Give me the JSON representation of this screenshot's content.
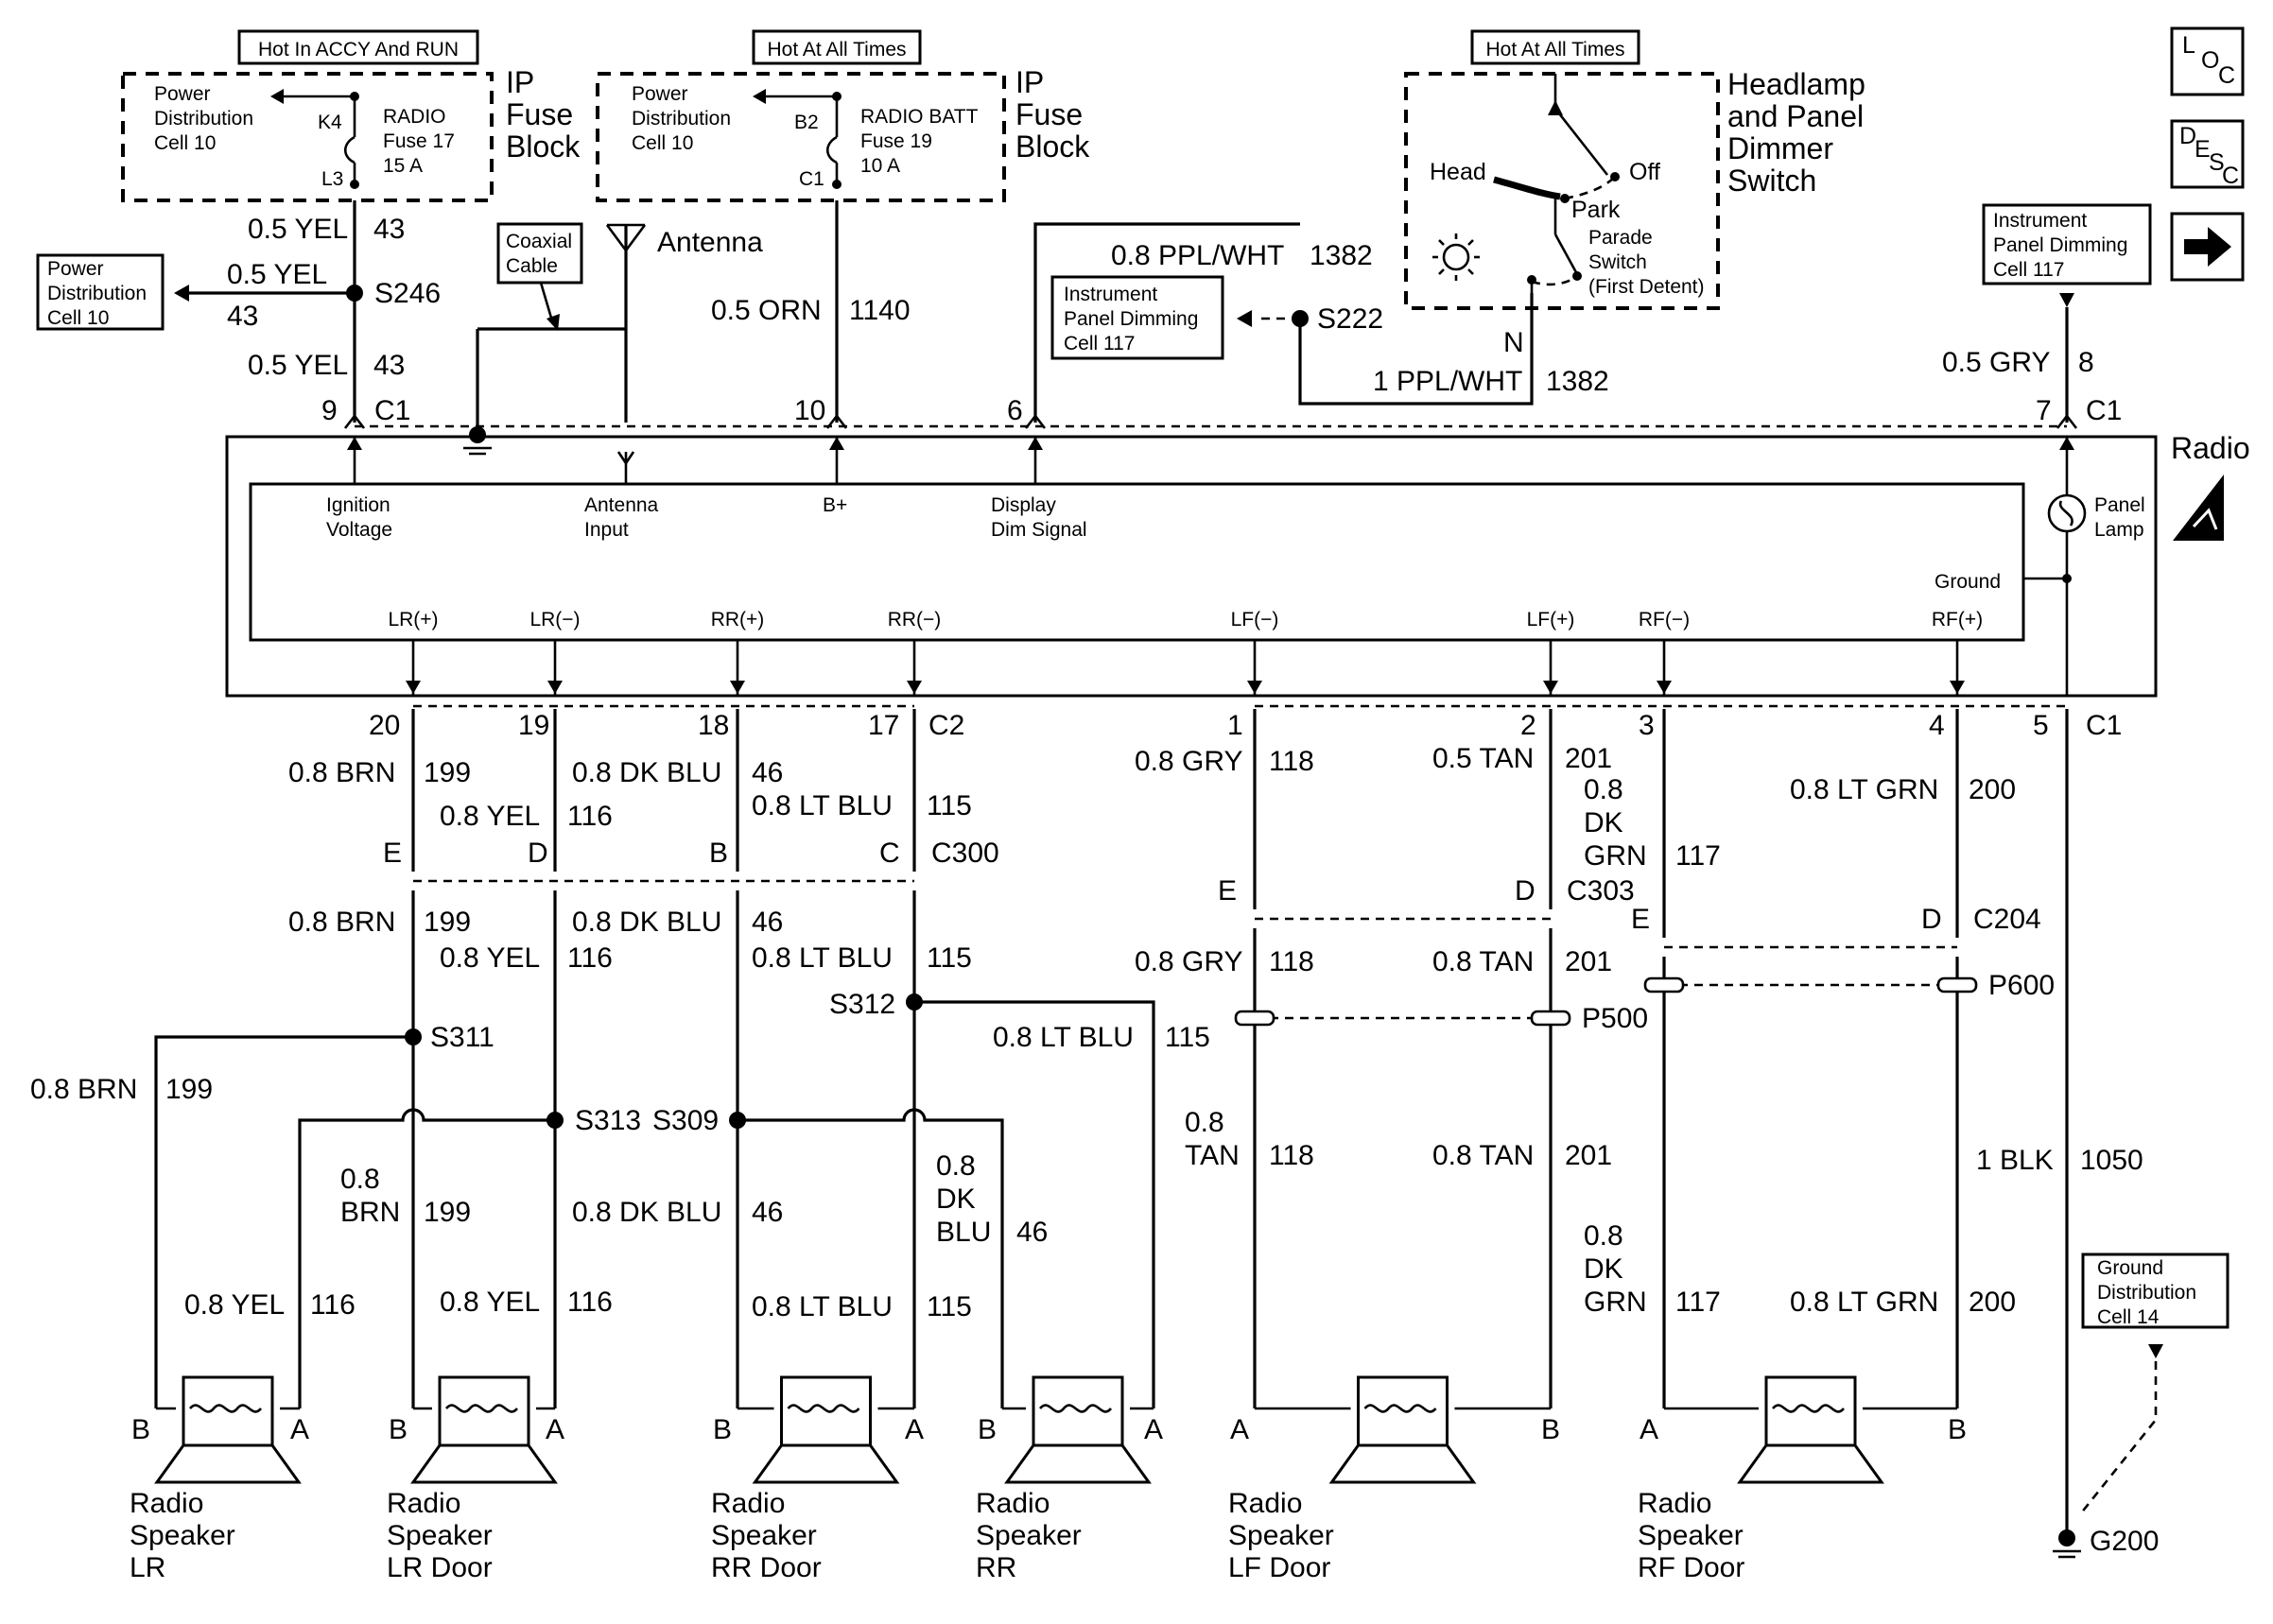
{
  "hot_labels": {
    "accy_run": "Hot In ACCY And RUN",
    "at_all_times_1": "Hot At All Times",
    "at_all_times_2": "Hot At All Times"
  },
  "fuse_block_1": {
    "pdc": [
      "Power",
      "Distribution",
      "Cell 10"
    ],
    "terminal_top": "K4",
    "terminal_bottom": "L3",
    "fuse": [
      "RADIO",
      "Fuse 17",
      "15 A"
    ],
    "title": [
      "IP",
      "Fuse",
      "Block"
    ]
  },
  "fuse_block_2": {
    "pdc": [
      "Power",
      "Distribution",
      "Cell 10"
    ],
    "terminal_top": "B2",
    "terminal_bottom": "C1",
    "fuse": [
      "RADIO BATT",
      "Fuse 19",
      "10 A"
    ],
    "title": [
      "IP",
      "Fuse",
      "Block"
    ]
  },
  "dimmer_switch": {
    "title": [
      "Headlamp",
      "and Panel",
      "Dimmer",
      "Switch"
    ],
    "head": "Head",
    "off": "Off",
    "park": "Park",
    "parade": [
      "Parade",
      "Switch",
      "(First Detent)"
    ],
    "terminal": "N"
  },
  "nav_icons": {
    "loc": [
      "L",
      "O",
      "C"
    ],
    "desc": [
      "D",
      "E",
      "S",
      "C"
    ],
    "next": "arrow-right"
  },
  "refs": {
    "pdc_left": [
      "Power",
      "Distribution",
      "Cell 10"
    ],
    "coax": [
      "Coaxial",
      "Cable"
    ],
    "antenna": "Antenna",
    "ipd_mid": [
      "Instrument",
      "Panel Dimming",
      "Cell 117"
    ],
    "ipd_right": [
      "Instrument",
      "Panel Dimming",
      "Cell 117"
    ],
    "ground_dist": [
      "Ground",
      "Distribution",
      "Cell 14"
    ]
  },
  "upper_wires": {
    "w43_a": "0.5 YEL",
    "w43_a_num": "43",
    "w43_b": "0.5 YEL",
    "w43_b_num": "43",
    "w43_c": "0.5 YEL",
    "w43_c_num": "43",
    "s246": "S246",
    "w1140": "0.5 ORN",
    "w1140_num": "1140",
    "w1382_a": "0.8 PPL/WHT",
    "w1382_a_num": "1382",
    "w1382_b": "1 PPL/WHT",
    "w1382_b_num": "1382",
    "s222": "S222",
    "w8": "0.5 GRY",
    "w8_num": "8"
  },
  "c1_top": {
    "pins": [
      "9",
      "10",
      "6",
      "7"
    ],
    "name_l": "C1",
    "name_r": "C1"
  },
  "radio": {
    "title": "Radio",
    "ignition": [
      "Ignition",
      "Voltage"
    ],
    "antenna_input": [
      "Antenna",
      "Input"
    ],
    "bplus": "B+",
    "display_dim": [
      "Display",
      "Dim Signal"
    ],
    "panel_lamp": [
      "Panel",
      "Lamp"
    ],
    "ground": "Ground",
    "outputs": [
      "LR(+)",
      "LR(−)",
      "RR(+)",
      "RR(−)",
      "LF(−)",
      "LF(+)",
      "RF(−)",
      "RF(+)"
    ]
  },
  "c2": {
    "pins": [
      "20",
      "19",
      "18",
      "17"
    ],
    "name": "C2"
  },
  "c1_bottom": {
    "pins": [
      "1",
      "2",
      "3",
      "4",
      "5"
    ],
    "name": "C1"
  },
  "rear_wires": {
    "brn": "0.8 BRN",
    "brn_num": "199",
    "yel": "0.8 YEL",
    "yel_num": "116",
    "dkblu": "0.8 DK BLU",
    "dkblu_num": "46",
    "ltblu": "0.8 LT BLU",
    "ltblu_num": "115",
    "brn2": "0.8 BRN",
    "brn2_num": "199",
    "yel2": "0.8 YEL",
    "yel2_num": "116",
    "dkblu2": "0.8 DK BLU",
    "dkblu2_num": "46",
    "ltblu2": "0.8 LT BLU",
    "ltblu2_num": "115",
    "c300_pins": [
      "E",
      "D",
      "B",
      "C"
    ],
    "c300": "C300",
    "s311": "S311",
    "s313": "S313",
    "s309": "S309",
    "s312": "S312",
    "ltblu_rr": "0.8 LT BLU",
    "ltblu_rr_num": "115",
    "brn_lr": "0.8 BRN",
    "brn_lr_num": "199",
    "brn_door": [
      "0.8",
      "BRN"
    ],
    "brn_door_num": "199",
    "dkblu_door": "0.8 DK BLU",
    "dkblu_door_num": "46",
    "dkblu_rr": [
      "0.8",
      "DK",
      "BLU"
    ],
    "dkblu_rr_num": "46",
    "yel_lr": "0.8 YEL",
    "yel_lr_num": "116",
    "yel_door": "0.8 YEL",
    "yel_door_num": "116",
    "ltblu_door": "0.8 LT BLU",
    "ltblu_door_num": "115"
  },
  "front_wires": {
    "gry": "0.8 GRY",
    "gry_num": "118",
    "tan": "0.5 TAN",
    "tan_num": "201",
    "dkgrn": [
      "0.8",
      "DK",
      "GRN"
    ],
    "dkgrn_num": "117",
    "ltgrn": "0.8 LT GRN",
    "ltgrn_num": "200",
    "c303_pins": [
      "E",
      "D"
    ],
    "c303": "C303",
    "c204_pins": [
      "E",
      "D"
    ],
    "c204": "C204",
    "gry2": "0.8 GRY",
    "gry2_num": "118",
    "tan2": "0.8 TAN",
    "tan2_num": "201",
    "p500": "P500",
    "p600": "P600",
    "tan3": [
      "0.8",
      "TAN"
    ],
    "tan3_num": "118",
    "tan4": "0.8 TAN",
    "tan4_num": "201",
    "dkgrn2": [
      "0.8",
      "DK",
      "GRN"
    ],
    "dkgrn2_num": "117",
    "ltgrn2": "0.8 LT GRN",
    "ltgrn2_num": "200",
    "blk": "1 BLK",
    "blk_num": "1050",
    "g200": "G200"
  },
  "speakers": [
    {
      "b": "B",
      "a": "A",
      "name": [
        "Radio",
        "Speaker",
        "LR"
      ]
    },
    {
      "b": "B",
      "a": "A",
      "name": [
        "Radio",
        "Speaker",
        "LR Door"
      ]
    },
    {
      "b": "B",
      "a": "A",
      "name": [
        "Radio",
        "Speaker",
        "RR Door"
      ]
    },
    {
      "b": "B",
      "a": "A",
      "name": [
        "Radio",
        "Speaker",
        "RR"
      ]
    },
    {
      "b": "A",
      "a": "B",
      "name": [
        "Radio",
        "Speaker",
        "LF Door"
      ]
    },
    {
      "b": "A",
      "a": "B",
      "name": [
        "Radio",
        "Speaker",
        "RF Door"
      ]
    }
  ]
}
